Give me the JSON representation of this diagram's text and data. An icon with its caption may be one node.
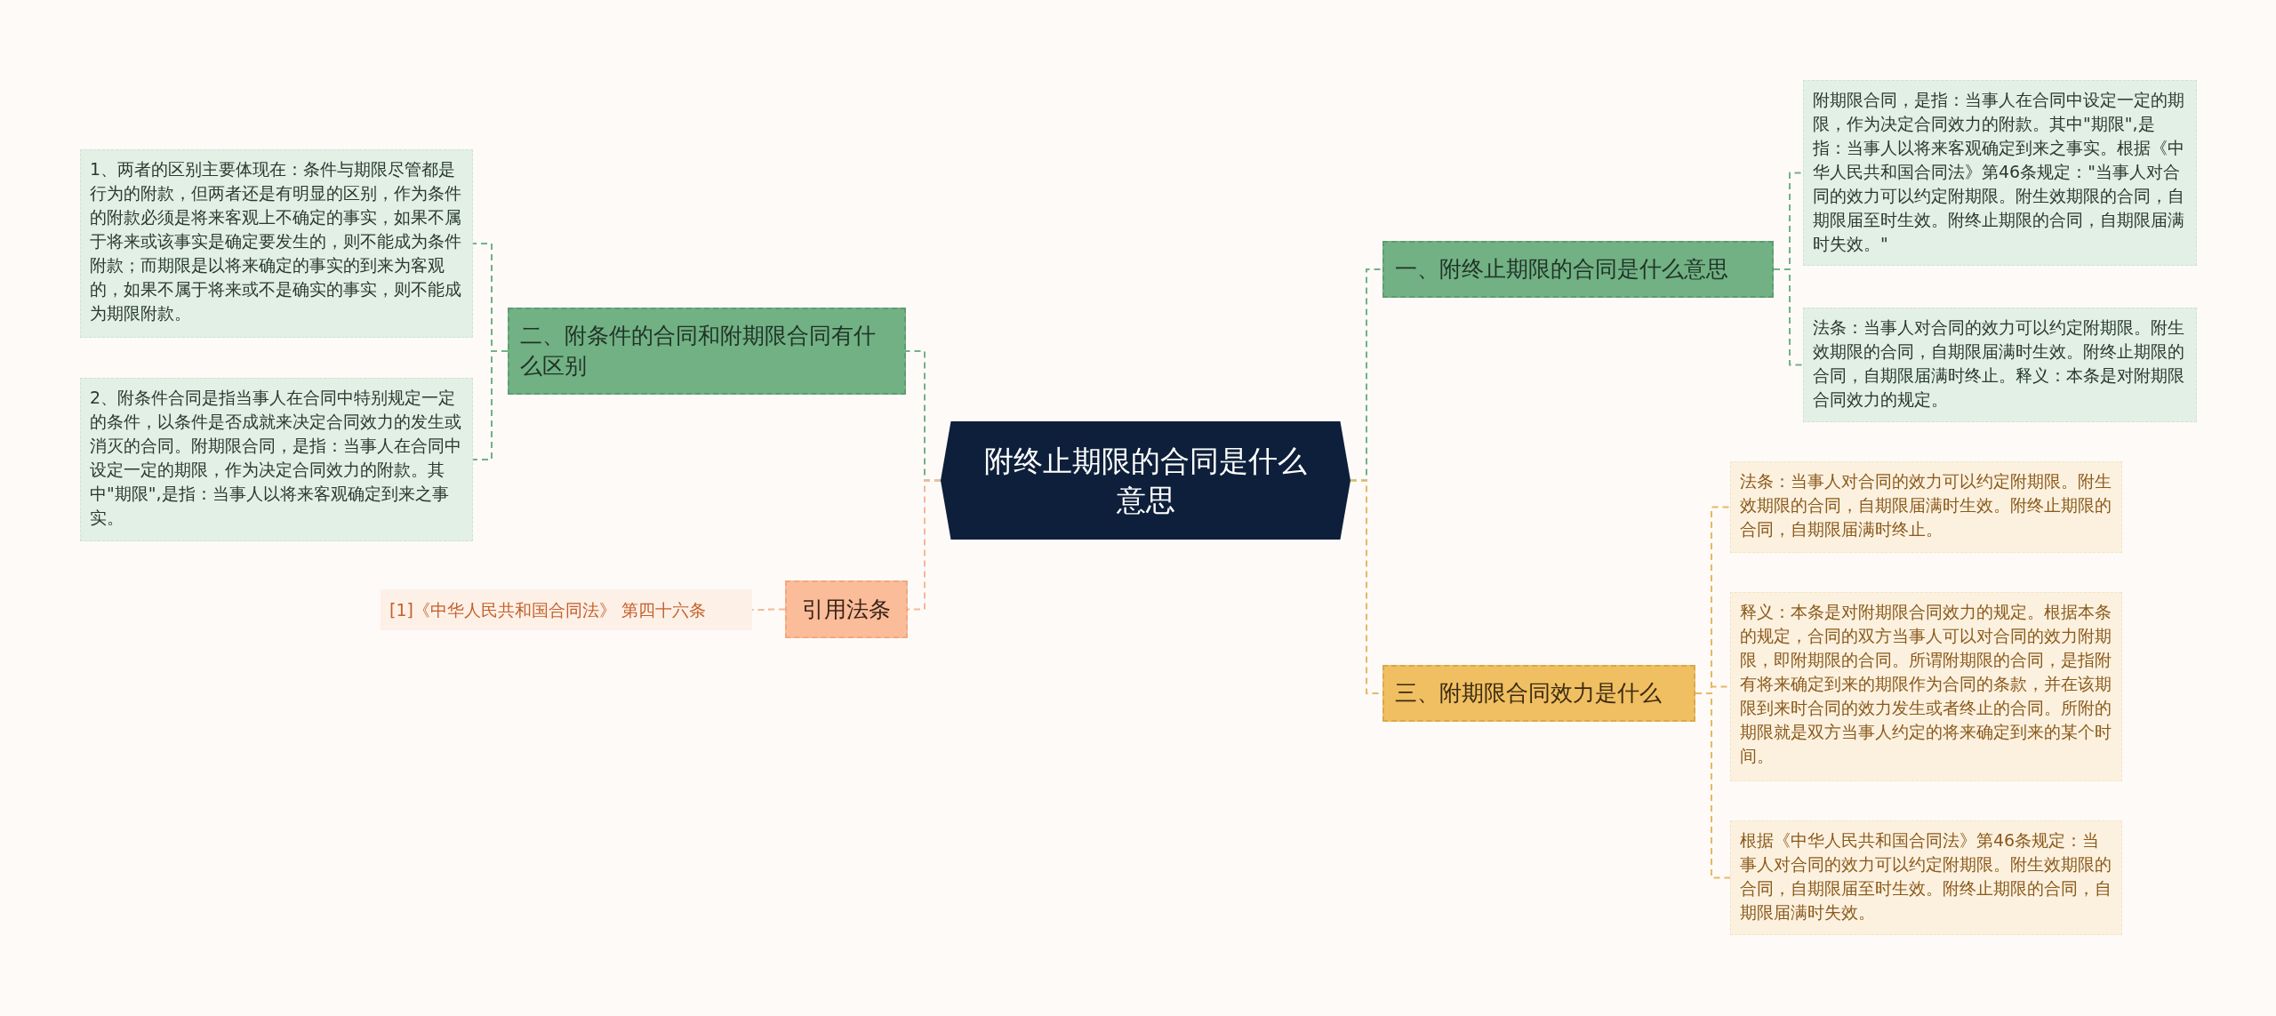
{
  "diagram": {
    "nodes": [
      {
        "text": [
          "附终止期限的合同是什么意思"
        ]
      },
      {
        "text": [
          "二、附条件的合同和附期限合同有什么区别"
        ]
      },
      {
        "text": [
          "1、两者的区别主要体现在：条件与期限尽管都是行为的附款，但两者还是有明显的区别，作为条件的附款必须是将来客观上不确定的事实，如果不属于将来或该事实是确定要发生的，则不能成为条件附款；而期限是以将来确定的事实的到来为客观的，如果不属于将来或不是确实的事实，则不能成为期限附款。"
        ]
      },
      {
        "text": [
          "2、附条件合同是指当事人在合同中特别规定一定的条件，以条件是否成就来决定合同效力的发生或消灭的合同。附期限合同，是指：当事人在合同中设定一定的期限，作为决定合同效力的附款。其中\"期限\",是指：当事人以将来客观确定到来之事实。"
        ]
      },
      {
        "text": [
          "引用法条"
        ]
      },
      {
        "text": [
          "[1]《中华人民共和国合同法》 第四十六条"
        ]
      },
      {
        "text": [
          "一、附终止期限的合同是什么意思"
        ]
      },
      {
        "text": [
          "附期限合同，是指：当事人在合同中设定一定的期限，作为决定合同效力的附款。其中\"期限\",是指：当事人以将来客观确定到来之事实。根据《中华人民共和国合同法》第46条规定：\"当事人对合同的效力可以约定附期限。附生效期限的合同，自期限届至时生效。附终止期限的合同，自期限届满时失效。\""
        ]
      },
      {
        "text": [
          "法条：当事人对合同的效力可以约定附期限。附生效期限的合同，自期限届满时生效。附终止期限的合同，自期限届满时终止。释义：本条是对附期限合同效力的规定。"
        ]
      },
      {
        "text": [
          "三、附期限合同效力是什么"
        ]
      },
      {
        "text": [
          "法条：当事人对合同的效力可以约定附期限。附生效期限的合同，自期限届满时生效。附终止期限的合同，自期限届满时终止。"
        ]
      },
      {
        "text": [
          "释义：本条是对附期限合同效力的规定。根据本条的规定，合同的双方当事人可以对合同的效力附期限，即附期限的合同。所谓附期限的合同，是指附有将来确定到来的期限作为合同的条款，并在该期限到来时合同的效力发生或者终止的合同。所附的期限就是双方当事人约定的将来确定到来的某个时间。"
        ]
      },
      {
        "text": [
          "根据《中华人民共和国合同法》第46条规定：当事人对合同的效力可以约定附期限。附生效期限的合同，自期限届至时生效。附终止期限的合同，自期限届满时失效。"
        ]
      }
    ],
    "edges": [
      {
        "from": 0,
        "to": 1,
        "arrow": "none",
        "style": "dashed",
        "color": "#72b184"
      },
      {
        "from": 1,
        "to": 2,
        "arrow": "none",
        "style": "dashed",
        "color": "#72b184"
      },
      {
        "from": 1,
        "to": 3,
        "arrow": "none",
        "style": "dashed",
        "color": "#72b184"
      },
      {
        "from": 0,
        "to": 4,
        "arrow": "none",
        "style": "dashed",
        "color": "#f5b896"
      },
      {
        "from": 4,
        "to": 5,
        "arrow": "none",
        "style": "dashed",
        "color": "#f5b896"
      },
      {
        "from": 0,
        "to": 6,
        "arrow": "none",
        "style": "dashed",
        "color": "#72b184"
      },
      {
        "from": 6,
        "to": 7,
        "arrow": "none",
        "style": "dashed",
        "color": "#72b184"
      },
      {
        "from": 6,
        "to": 8,
        "arrow": "none",
        "style": "dashed",
        "color": "#72b184"
      },
      {
        "from": 0,
        "to": 9,
        "arrow": "none",
        "style": "dashed",
        "color": "#e8b860"
      },
      {
        "from": 9,
        "to": 10,
        "arrow": "none",
        "style": "dashed",
        "color": "#e8b860"
      },
      {
        "from": 9,
        "to": 11,
        "arrow": "none",
        "style": "dashed",
        "color": "#e8b860"
      },
      {
        "from": 9,
        "to": 12,
        "arrow": "none",
        "style": "dashed",
        "color": "#e8b860"
      }
    ]
  }
}
